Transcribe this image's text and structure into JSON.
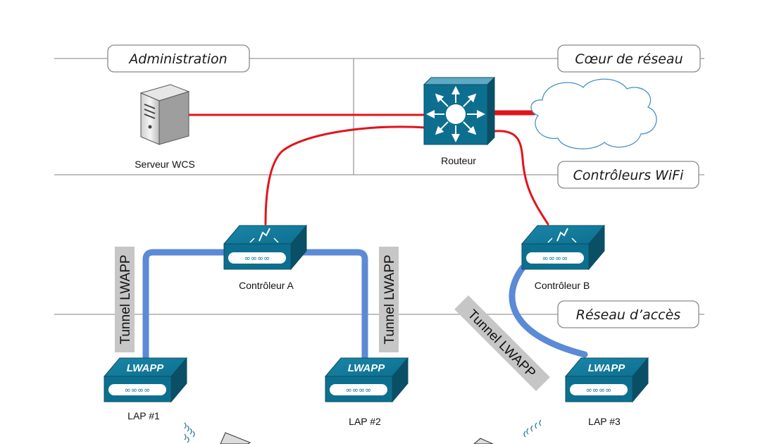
{
  "zones": {
    "administration": "Administration",
    "coeur": "Cœur de réseau",
    "controleurs": "Contrôleurs WiFi",
    "acces": "Réseau d’accès"
  },
  "devices": {
    "server": "Serveur WCS",
    "router": "Routeur",
    "controller_a": "Contrôleur A",
    "controller_b": "Contrôleur B",
    "lap1": "LAP #1",
    "lap2": "LAP #2",
    "lap3": "LAP #3"
  },
  "tunnel_label": "Tunnel LWAPP",
  "ap_badge": "LWAPP",
  "colors": {
    "wired_link": "#e3141b",
    "tunnel": "#5b8ad6",
    "device_teal": "#0d6f8f",
    "device_dark": "#0a4f66",
    "zone_line": "#9a9a9a",
    "tunnel_bg": "#c6c6c6"
  }
}
